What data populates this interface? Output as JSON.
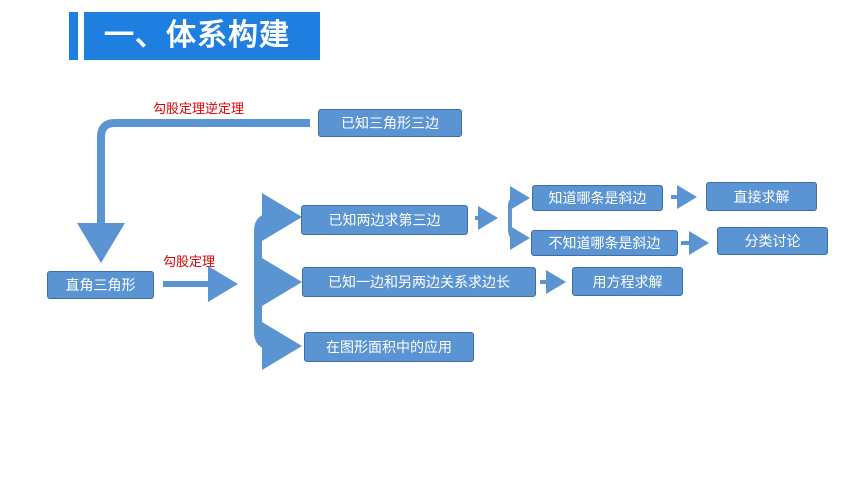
{
  "title": "一、体系构建",
  "labels": {
    "converse": "勾股定理逆定理",
    "theorem": "勾股定理"
  },
  "nodes": {
    "right_triangle": "直角三角形",
    "known_three_sides": "已知三角形三边",
    "two_sides_third": "已知两边求第三边",
    "one_side_relation": "已知一边和另两边关系求边长",
    "area_application": "在图形面积中的应用",
    "know_hypotenuse": "知道哪条是斜边",
    "unknown_hypotenuse": "不知道哪条是斜边",
    "direct_solve": "直接求解",
    "case_discussion": "分类讨论",
    "equation_solve": "用方程求解"
  },
  "colors": {
    "title_bg": "#1e7fe0",
    "box_bg": "#5b94d3",
    "arrow": "#5b94d3",
    "label_text": "#e00000"
  }
}
